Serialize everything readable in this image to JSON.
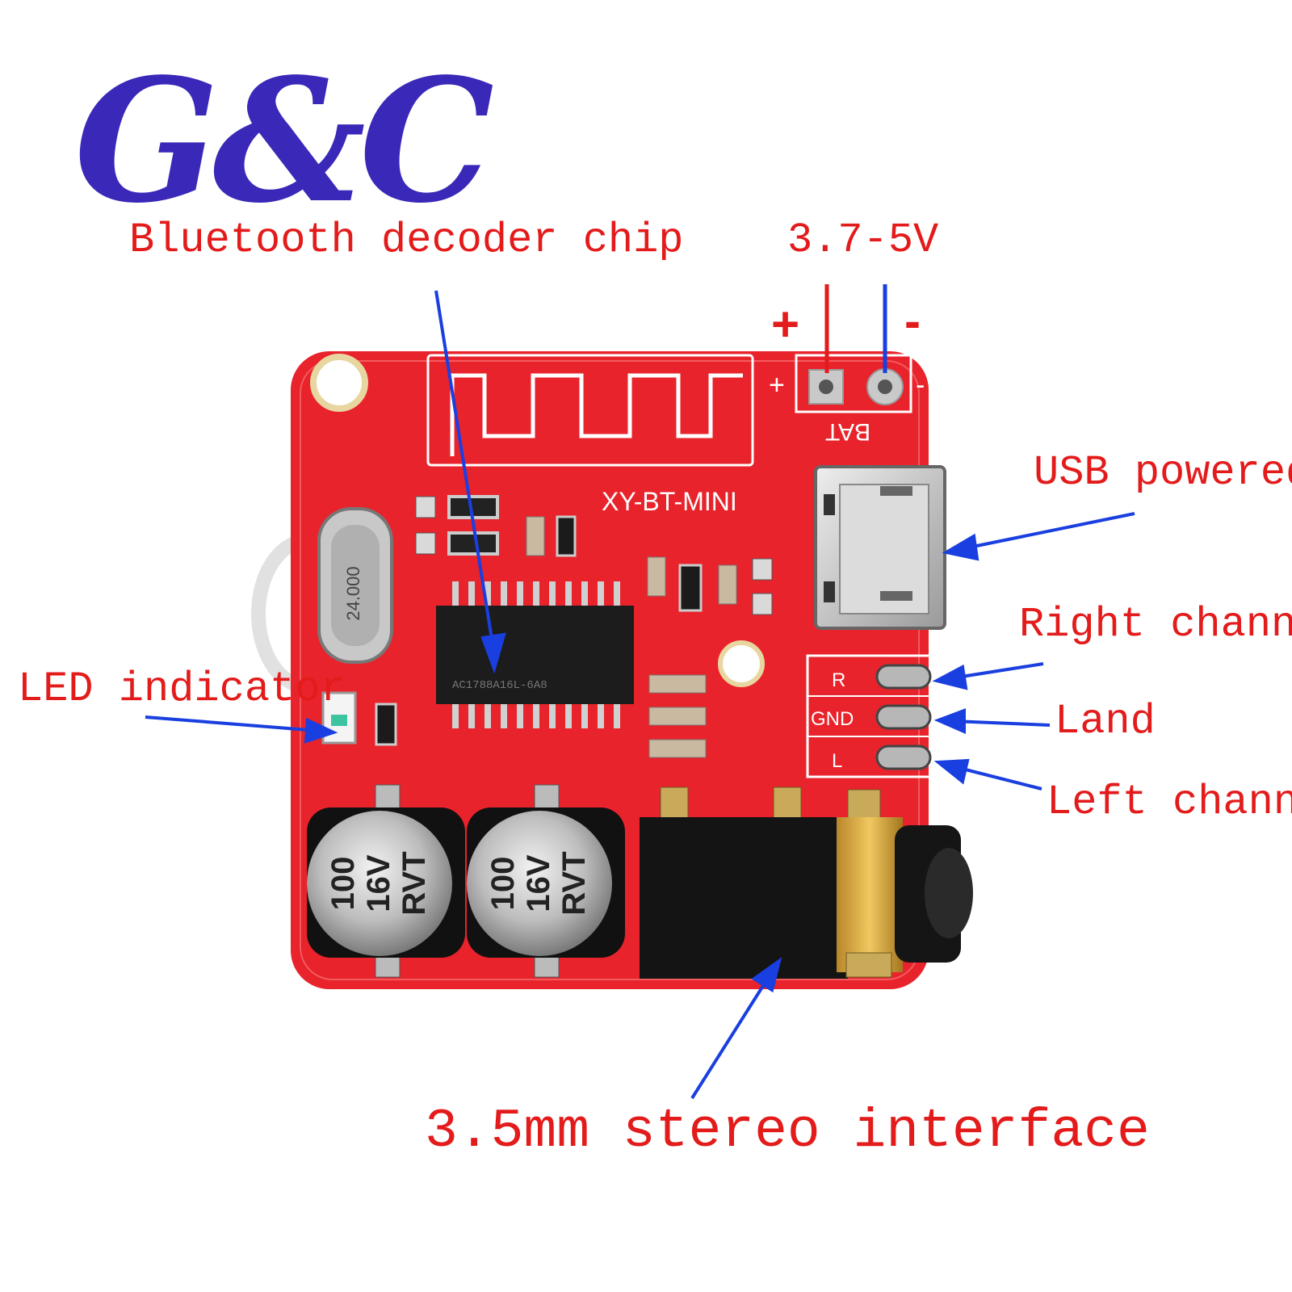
{
  "brand": {
    "logo_text": "G&C",
    "color": "#3a28b8"
  },
  "colors": {
    "label": "#e31b1b",
    "arrow": "#1a3fe0",
    "pcb": "#e8232b",
    "plus_lead": "#e31b1b",
    "minus_lead": "#1a3fe0"
  },
  "callouts": {
    "chip": "Bluetooth decoder chip",
    "voltage": "3.7-5V",
    "usb": "USB powered",
    "right_channel": "Right channel",
    "land": "Land",
    "left_channel": "Left channel",
    "led": "LED indicator",
    "jack": "3.5mm stereo interface"
  },
  "power_signs": {
    "plus": "+",
    "minus": "-"
  },
  "board": {
    "model": "XY-BT-MINI",
    "bat_label": "BAT",
    "bat_plus": "+",
    "bat_minus": "-",
    "pad_r": "R",
    "pad_gnd": "GND",
    "pad_l": "L",
    "crystal": "24.000",
    "chip_marking": "AC1788A16L-6A8",
    "capacitor_1": {
      "line1": "100",
      "line2": "16V",
      "line3": "RVT"
    },
    "capacitor_2": {
      "line1": "100",
      "line2": "16V",
      "line3": "RVT"
    }
  }
}
